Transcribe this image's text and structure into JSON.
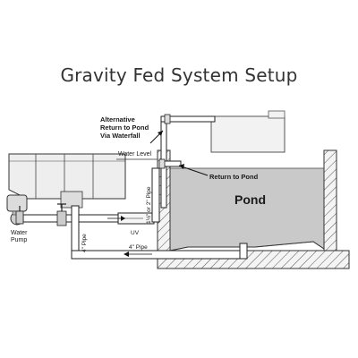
{
  "title": "Gravity Fed System Setup",
  "labels": {
    "alt_return": [
      "Alternative",
      "Return to Pond",
      "Via Waterfall"
    ],
    "water_level": "Water Level",
    "return_to_pond": "Return to Pond",
    "pond": "Pond",
    "pipe_vertical": "1½\" or 2\" Pipe",
    "pipe_4_vertical": "4\" Pipe",
    "pipe_4_bottom": "4\" Pipe",
    "uv": "UV",
    "water_pump": [
      "Water",
      "Pump"
    ]
  },
  "colors": {
    "water": "#c9c9c9",
    "wall": "#f4f4f4",
    "line": "#222222",
    "title": "#333333"
  }
}
